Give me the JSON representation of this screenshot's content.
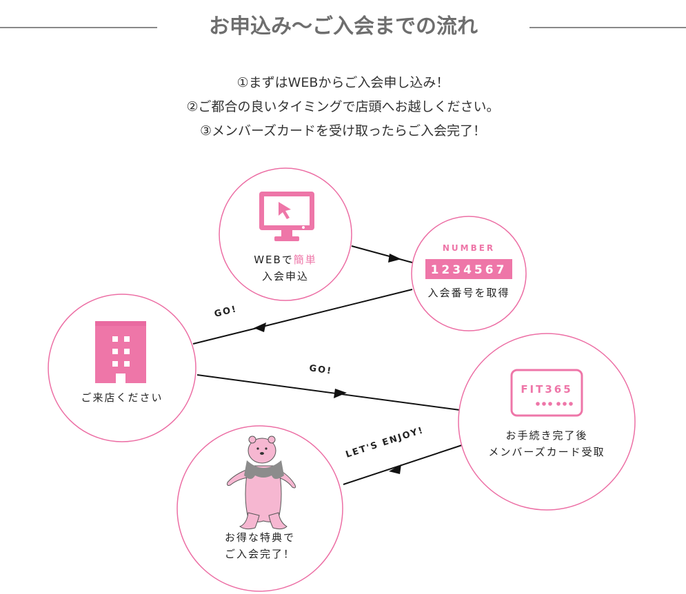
{
  "title": "お申込み〜ご入会までの流れ",
  "intro": [
    "①まずはWEBからご入会申し込み！",
    "②ご都合の良いタイミングで店頭へお越しください。",
    "③メンバーズカードを受け取ったらご入会完了！"
  ],
  "steps": {
    "web": {
      "line1_a": "WEBで",
      "line1_b": "簡単",
      "line2": "入会申込",
      "icon": "monitor-cursor-icon"
    },
    "number": {
      "caption": "NUMBER",
      "digits": "1234567",
      "label": "入会番号を取得",
      "icon": "member-number-badge"
    },
    "store": {
      "label": "ご来店ください",
      "icon": "building-icon"
    },
    "card": {
      "card_text": "FIT365",
      "label_line1": "お手続き完了後",
      "label_line2": "メンバーズカード受取",
      "icon": "member-card-icon"
    },
    "bear": {
      "label_line1": "お得な特典で",
      "label_line2": "ご入会完了！",
      "icon": "bear-mascot-icon"
    }
  },
  "arrow_labels": {
    "go1": "GO!",
    "go2": "GO!",
    "enjoy": "LET'S ENJOY!"
  },
  "colors": {
    "accent": "#ee76a8",
    "circle_border": "#ec6ea4",
    "title": "#6e6e6e",
    "line": "#111111"
  }
}
